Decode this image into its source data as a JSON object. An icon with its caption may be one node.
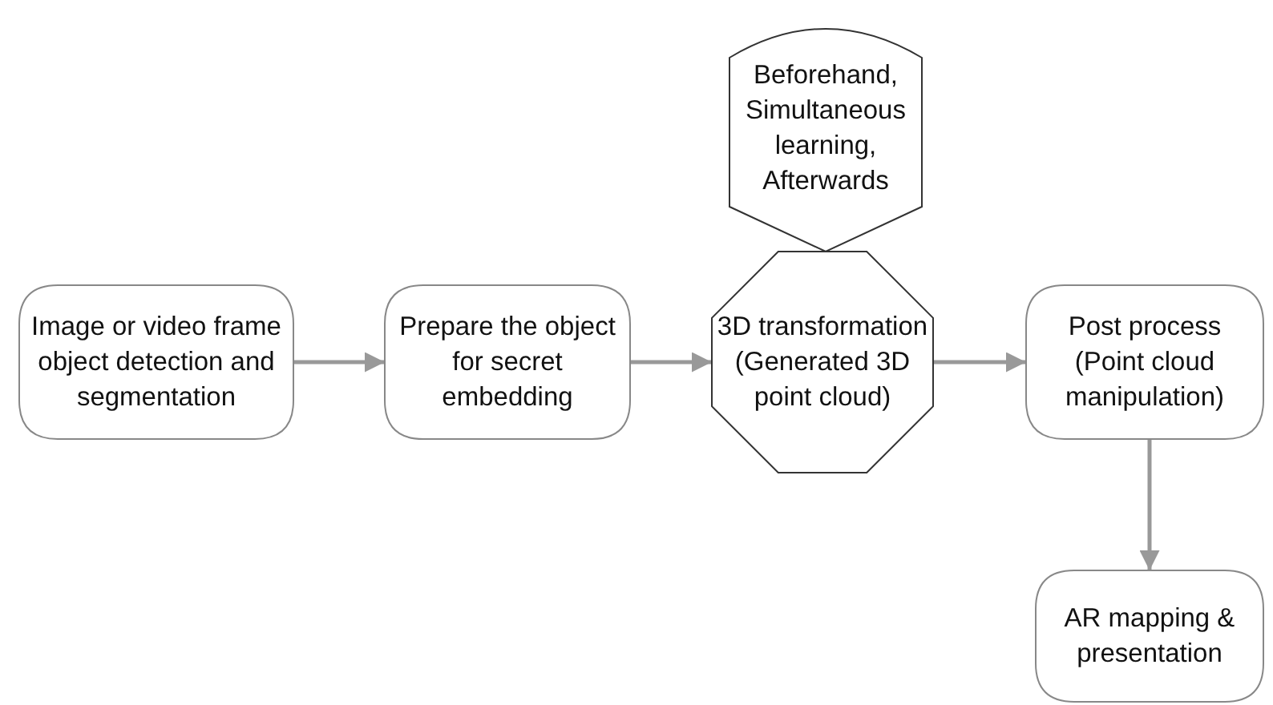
{
  "diagram": {
    "nodes": [
      {
        "text": [
          "Image or video frame object detection and segmentation"
        ]
      },
      {
        "text": [
          "Prepare the object for secret embedding"
        ]
      },
      {
        "text": [
          "3D transformation (Generated 3D point cloud)"
        ]
      },
      {
        "text": [
          "Beforehand, Simultaneous learning, Afterwards"
        ]
      },
      {
        "text": [
          "Post process (Point cloud manipulation)"
        ]
      },
      {
        "text": [
          "AR mapping & presentation"
        ]
      }
    ],
    "edges": [
      {
        "from": 0,
        "to": 1,
        "arrow": "to"
      },
      {
        "from": 1,
        "to": 2,
        "arrow": "to"
      },
      {
        "from": 2,
        "to": 4,
        "arrow": "to"
      },
      {
        "from": 4,
        "to": 5,
        "arrow": "to"
      }
    ]
  }
}
